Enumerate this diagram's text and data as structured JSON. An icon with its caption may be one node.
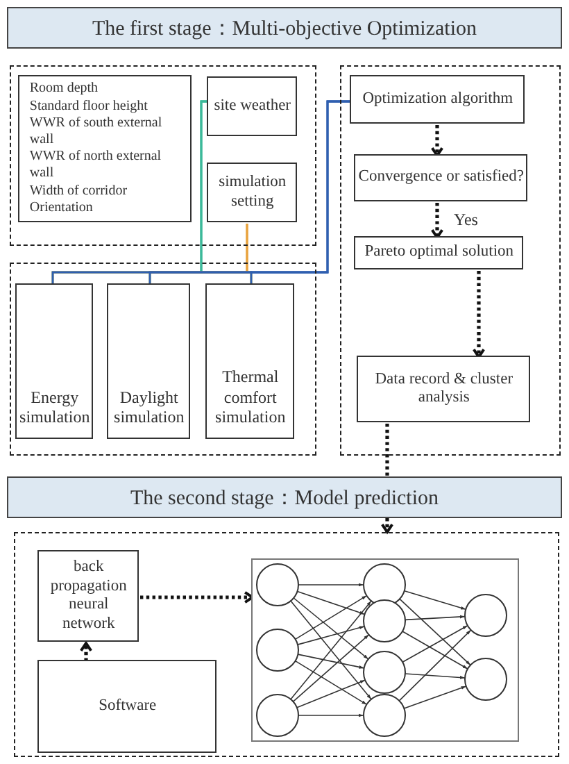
{
  "diagram": {
    "nodes": [
      {
        "text": [
          "The first stage：Multi-objective Optimization"
        ]
      },
      {
        "text": [],
        "shape": "box"
      },
      {
        "text": [
          "Room depth",
          "Standard floor height",
          "WWR of south external wall",
          "WWR of north external wall",
          "Width of corridor",
          "Orientation"
        ],
        "in": 1
      },
      {
        "text": [
          "site weather"
        ],
        "in": 1
      },
      {
        "text": [
          "simulation setting"
        ],
        "in": 1
      },
      {
        "text": [],
        "shape": "box"
      },
      {
        "text": [
          "Energy simulation"
        ],
        "in": 5
      },
      {
        "text": [
          "Daylight simulation"
        ],
        "in": 5
      },
      {
        "text": [
          "Thermal comfort simulation"
        ],
        "in": 5
      },
      {
        "text": [],
        "shape": "box"
      },
      {
        "text": [
          "Optimization algorithm"
        ],
        "in": 9
      },
      {
        "text": [
          "Convergence or satisfied?"
        ],
        "in": 9
      },
      {
        "text": [
          "Pareto optimal solution"
        ],
        "in": 9
      },
      {
        "text": [
          "Data record & cluster analysis"
        ],
        "in": 9
      },
      {
        "text": [
          "The second stage：Model prediction"
        ]
      },
      {
        "text": [],
        "shape": "box"
      },
      {
        "text": [
          "back propagation neural network"
        ],
        "in": 15
      },
      {
        "text": [
          "Software"
        ],
        "in": 15
      },
      {
        "text": [],
        "shape": "picture",
        "in": 15
      }
    ],
    "edges": [
      {
        "from": 3,
        "to": 6,
        "arrow": "none",
        "color": "#3cb99a"
      },
      {
        "from": 3,
        "to": 7,
        "arrow": "none",
        "color": "#3cb99a"
      },
      {
        "from": 3,
        "to": 8,
        "arrow": "none",
        "color": "#3cb99a"
      },
      {
        "from": 4,
        "to": 6,
        "arrow": "none",
        "color": "#e8a33d"
      },
      {
        "from": 4,
        "to": 7,
        "arrow": "none",
        "color": "#e8a33d"
      },
      {
        "from": 4,
        "to": 8,
        "arrow": "none",
        "color": "#e8a33d"
      },
      {
        "from": 6,
        "to": 10,
        "arrow": "none",
        "color": "#2f5fb0"
      },
      {
        "from": 7,
        "to": 10,
        "arrow": "none",
        "color": "#2f5fb0"
      },
      {
        "from": 8,
        "to": 10,
        "arrow": "none",
        "color": "#2f5fb0"
      },
      {
        "from": 10,
        "to": 11,
        "arrow": "to",
        "style": "dashed"
      },
      {
        "from": 11,
        "to": 12,
        "arrow": "to",
        "style": "dashed",
        "label": "Yes"
      },
      {
        "from": 12,
        "to": 13,
        "arrow": "to",
        "style": "dashed"
      },
      {
        "from": 13,
        "to": 14,
        "arrow": "none",
        "style": "dashed"
      },
      {
        "from": 14,
        "to": 15,
        "arrow": "to",
        "style": "dashed"
      },
      {
        "from": 17,
        "to": 16,
        "arrow": "to",
        "style": "dashed"
      },
      {
        "from": 16,
        "to": 18,
        "arrow": "to",
        "style": "dashed"
      }
    ]
  }
}
